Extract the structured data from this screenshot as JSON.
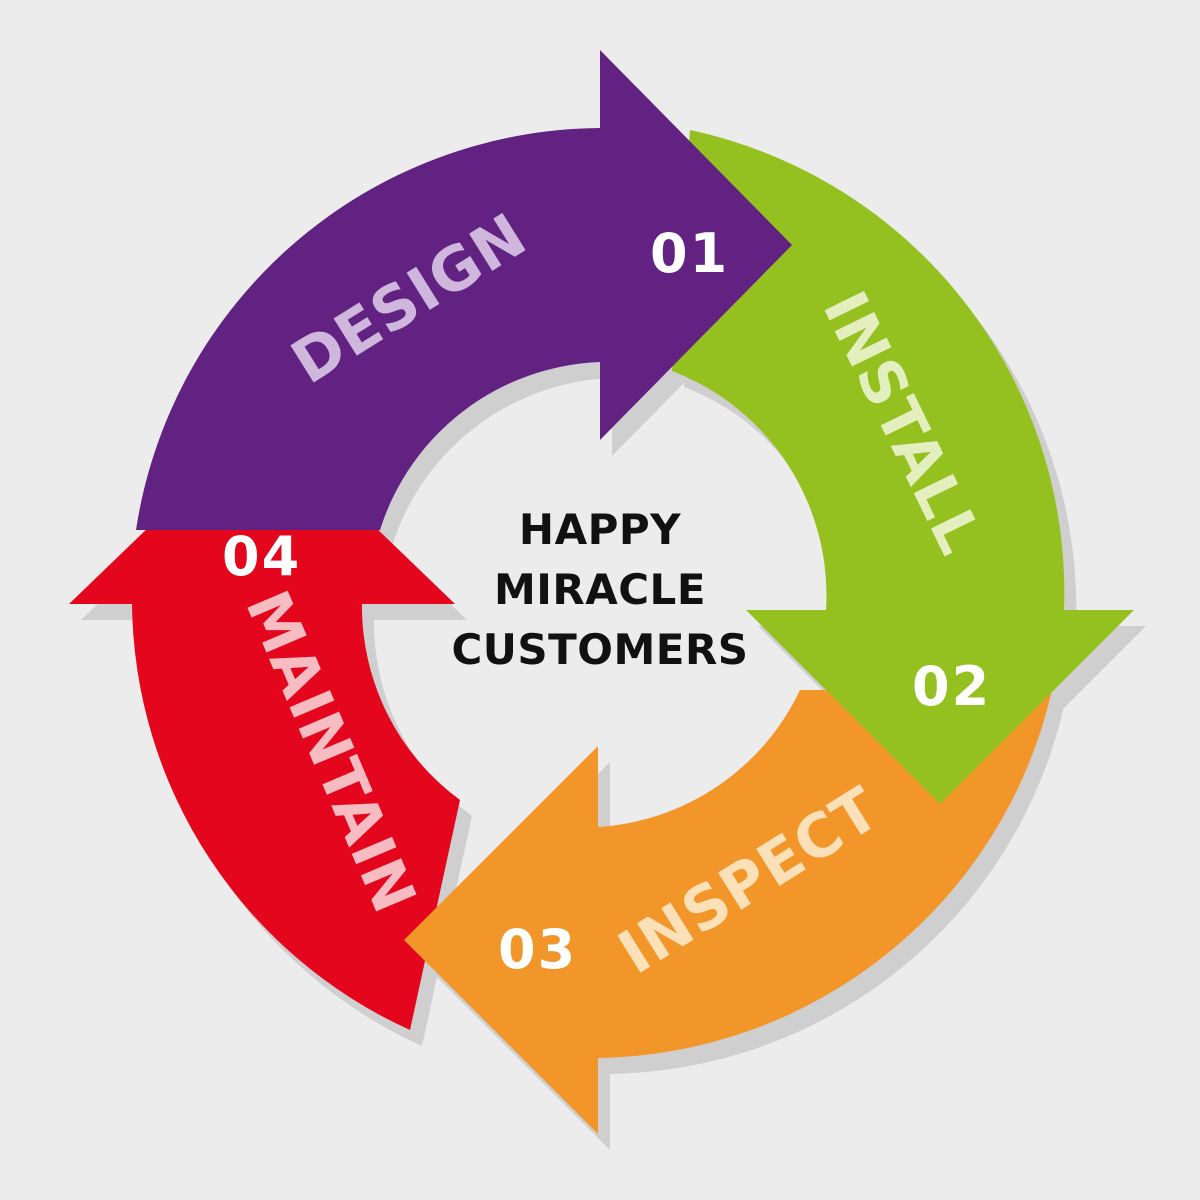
{
  "center": {
    "lines": [
      "HAPPY",
      "MIRACLE",
      "CUSTOMERS"
    ]
  },
  "steps": [
    {
      "id": "design",
      "number": "01",
      "label": "DESIGN",
      "color": "#622281",
      "text_color": "#cfb6dd",
      "number_color": "#ffffff"
    },
    {
      "id": "install",
      "number": "02",
      "label": "INSTALL",
      "color": "#95c120",
      "text_color": "#e4efbf",
      "number_color": "#ffffff"
    },
    {
      "id": "inspect",
      "number": "03",
      "label": "INSPECT",
      "color": "#f2962a",
      "text_color": "#fbe0b8",
      "number_color": "#ffffff"
    },
    {
      "id": "maintain",
      "number": "04",
      "label": "MAINTAIN",
      "color": "#e3061c",
      "text_color": "#f7bcc2",
      "number_color": "#ffffff"
    }
  ],
  "colors": {
    "background": "#ececec",
    "shadow": "#cfcfcf",
    "center_text": "#111111"
  }
}
